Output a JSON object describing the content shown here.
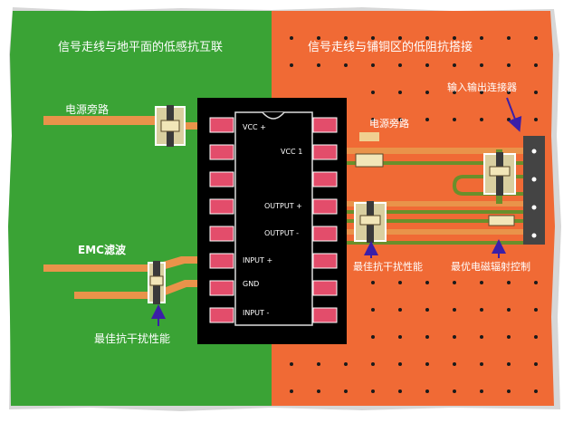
{
  "header": {
    "left_title": "信号走线与地平面的低感抗互联",
    "right_title": "信号走线与铺铜区的低阻抗搭接"
  },
  "labels": {
    "power_bypass_left": "电源旁路",
    "power_bypass_right": "电源旁路",
    "emc_filter": "EMC滤波",
    "best_immunity_left": "最佳抗干扰性能",
    "best_immunity_right": "最佳抗干扰性能",
    "best_emc": "最优电磁辐射控制",
    "io_connector": "输入输出连接器"
  },
  "pins": {
    "vcc_plus": "VCC +",
    "vcc_1": "VCC 1",
    "output_plus": "OUTPUT +",
    "output_minus": "OUTPUT -",
    "input_plus": "INPUT +",
    "gnd": "GND",
    "input_minus": "INPUT -"
  },
  "colors": {
    "ground_plane": "#3aa335",
    "copper_pour": "#f06a35",
    "trace": "#e9934a",
    "trace_green": "#6a8f2b",
    "chip_body": "#000000",
    "chip_pin": "#e34d6b",
    "arrow": "#3b1fa8"
  }
}
